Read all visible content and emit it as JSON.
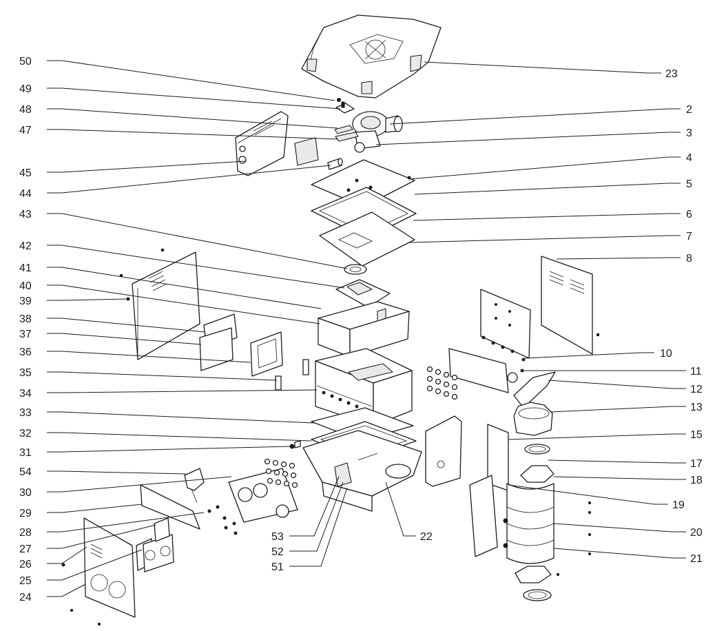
{
  "diagram": {
    "type": "exploded-parts-diagram",
    "callouts": [
      {
        "id": "50"
      },
      {
        "id": "49"
      },
      {
        "id": "48"
      },
      {
        "id": "47"
      },
      {
        "id": "45"
      },
      {
        "id": "44"
      },
      {
        "id": "43"
      },
      {
        "id": "42"
      },
      {
        "id": "41"
      },
      {
        "id": "40"
      },
      {
        "id": "39"
      },
      {
        "id": "38"
      },
      {
        "id": "37"
      },
      {
        "id": "36"
      },
      {
        "id": "35"
      },
      {
        "id": "34"
      },
      {
        "id": "33"
      },
      {
        "id": "32"
      },
      {
        "id": "31"
      },
      {
        "id": "54"
      },
      {
        "id": "30"
      },
      {
        "id": "29"
      },
      {
        "id": "28"
      },
      {
        "id": "27"
      },
      {
        "id": "26"
      },
      {
        "id": "25"
      },
      {
        "id": "24"
      },
      {
        "id": "23"
      },
      {
        "id": "2"
      },
      {
        "id": "3"
      },
      {
        "id": "4"
      },
      {
        "id": "5"
      },
      {
        "id": "6"
      },
      {
        "id": "7"
      },
      {
        "id": "8"
      },
      {
        "id": "10"
      },
      {
        "id": "11"
      },
      {
        "id": "12"
      },
      {
        "id": "13"
      },
      {
        "id": "15"
      },
      {
        "id": "17"
      },
      {
        "id": "18"
      },
      {
        "id": "19"
      },
      {
        "id": "20"
      },
      {
        "id": "21"
      },
      {
        "id": "22"
      },
      {
        "id": "53"
      },
      {
        "id": "52"
      },
      {
        "id": "51"
      }
    ]
  }
}
